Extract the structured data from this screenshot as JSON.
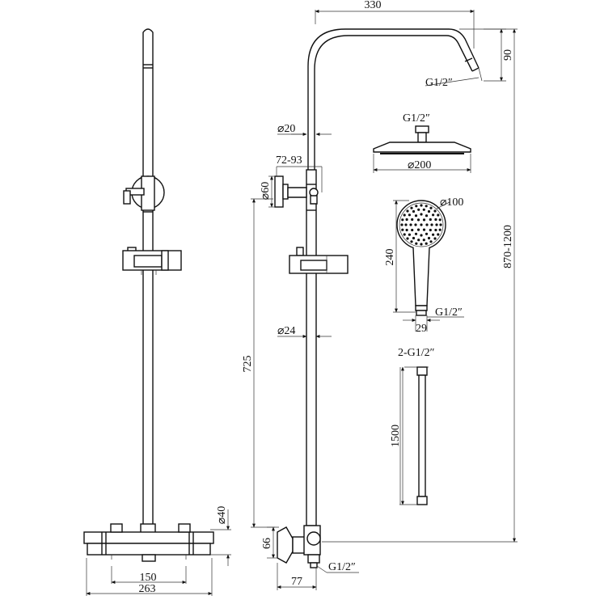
{
  "labels": {
    "arm_length": "330",
    "arm_drop": "90",
    "arm_thread": "G1/2″",
    "top_pipe_dia": "⌀20",
    "slide_range": "72-93",
    "bracket_dia": "⌀60",
    "head_thread": "G1/2″",
    "head_dia": "⌀200",
    "hand_dia": "⌀100",
    "hand_length": "240",
    "hand_thread": "G1/2″",
    "hand_neck": "29",
    "riser_dia": "⌀24",
    "hose_threads": "2-G1/2″",
    "hose_length": "1500",
    "riser_height": "725",
    "total_height": "870-1200",
    "valve_pipe_dia": "⌀40",
    "valve_depth": "66",
    "centres": "150",
    "valve_width": "263",
    "wall_offset": "77",
    "outlet_thread": "G1/2″"
  }
}
